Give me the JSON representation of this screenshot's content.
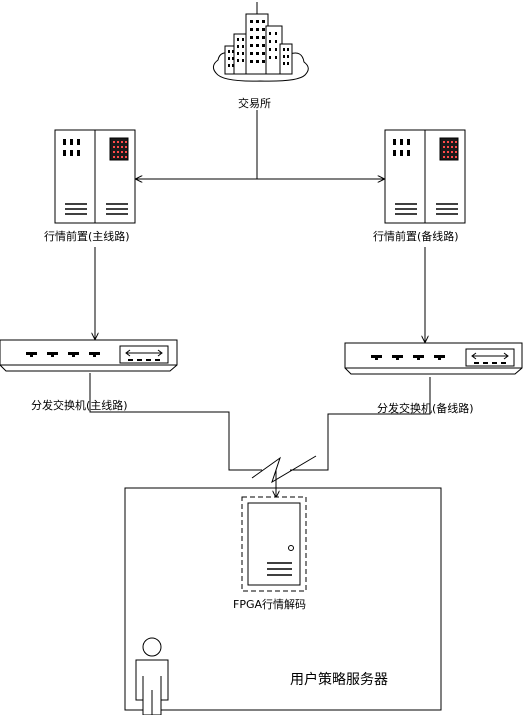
{
  "nodes": {
    "exchange": {
      "label": "交易所"
    },
    "front_main": {
      "label": "行情前置(主线路)"
    },
    "front_backup": {
      "label": "行情前置(备线路)"
    },
    "switch_main": {
      "label": "分发交换机(主线路)"
    },
    "switch_backup": {
      "label": "分发交换机(备线路)"
    },
    "fpga": {
      "label": "FPGA行情解码"
    },
    "user_server": {
      "label": "用户策略服务器"
    }
  }
}
